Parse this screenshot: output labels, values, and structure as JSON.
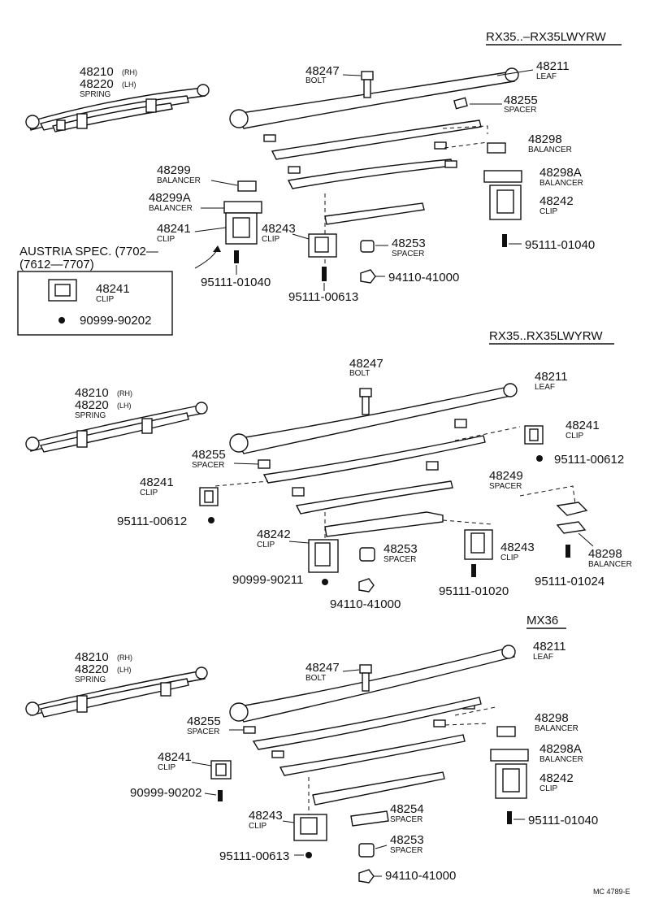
{
  "sections": [
    {
      "title": "RX35..–RX35LWYRW",
      "spring_assy": {
        "pn_rh": "48210",
        "rh": "(RH)",
        "pn_lh": "48220",
        "lh": "(LH)",
        "name": "SPRING"
      },
      "labels": {
        "bolt": {
          "pn": "48247",
          "name": "BOLT"
        },
        "leaf": {
          "pn": "48211",
          "name": "LEAF"
        },
        "spacer_top": {
          "pn": "48255",
          "name": "SPACER"
        },
        "balancer_r": {
          "pn": "48298",
          "name": "BALANCER"
        },
        "balancer_l": {
          "pn": "48299",
          "name": "BALANCER"
        },
        "balancer_ra": {
          "pn": "48298A",
          "name": "BALANCER"
        },
        "balancer_la": {
          "pn": "48299A",
          "name": "BALANCER"
        },
        "clip_r": {
          "pn": "48242",
          "name": "CLIP"
        },
        "clip_l": {
          "pn": "48241",
          "name": "CLIP"
        },
        "clip_c": {
          "pn": "48243",
          "name": "CLIP"
        },
        "spacer_c": {
          "pn": "48253",
          "name": "SPACER"
        },
        "bolt_r": {
          "pn": "95111-01040"
        },
        "bolt_l": {
          "pn": "95111-01040"
        },
        "bolt_c": {
          "pn": "95111-00613"
        },
        "nut_c": {
          "pn": "94110-41000"
        }
      },
      "austria": {
        "line1": "AUSTRIA SPEC. (7702—",
        "line2": "(7612—7707)",
        "clip_pn": "48241",
        "clip_name": "CLIP",
        "screw_pn": "90999-90202"
      }
    },
    {
      "title": "RX35..RX35LWYRW",
      "spring_assy": {
        "pn_rh": "48210",
        "rh": "(RH)",
        "pn_lh": "48220",
        "lh": "(LH)",
        "name": "SPRING"
      },
      "labels": {
        "bolt": {
          "pn": "48247",
          "name": "BOLT"
        },
        "leaf": {
          "pn": "48211",
          "name": "LEAF"
        },
        "spacer_l": {
          "pn": "48255",
          "name": "SPACER"
        },
        "clip_r": {
          "pn": "48241",
          "name": "CLIP"
        },
        "bolt_r": {
          "pn": "95111-00612"
        },
        "clip_l": {
          "pn": "48241",
          "name": "CLIP"
        },
        "bolt_l": {
          "pn": "95111-00612"
        },
        "spacer_r": {
          "pn": "48249",
          "name": "SPACER"
        },
        "clip_c": {
          "pn": "48242",
          "name": "CLIP"
        },
        "spacer_c": {
          "pn": "48253",
          "name": "SPACER"
        },
        "clip_c2": {
          "pn": "48243",
          "name": "CLIP"
        },
        "balancer": {
          "pn": "48298",
          "name": "BALANCER"
        },
        "screw_c": {
          "pn": "90999-90211"
        },
        "bolt_c2": {
          "pn": "95111-01020"
        },
        "bolt_b": {
          "pn": "95111-01024"
        },
        "nut_c": {
          "pn": "94110-41000"
        }
      }
    },
    {
      "title": "MX36",
      "spring_assy": {
        "pn_rh": "48210",
        "rh": "(RH)",
        "pn_lh": "48220",
        "lh": "(LH)",
        "name": "SPRING"
      },
      "labels": {
        "leaf": {
          "pn": "48211",
          "name": "LEAF"
        },
        "bolt": {
          "pn": "48247",
          "name": "BOLT"
        },
        "spacer_l": {
          "pn": "48255",
          "name": "SPACER"
        },
        "balancer_r": {
          "pn": "48298",
          "name": "BALANCER"
        },
        "balancer_ra": {
          "pn": "48298A",
          "name": "BALANCER"
        },
        "clip_l": {
          "pn": "48241",
          "name": "CLIP"
        },
        "clip_r": {
          "pn": "48242",
          "name": "CLIP"
        },
        "screw_l": {
          "pn": "90999-90202"
        },
        "clip_c": {
          "pn": "48243",
          "name": "CLIP"
        },
        "spacer_c": {
          "pn": "48254",
          "name": "SPACER"
        },
        "bolt_r": {
          "pn": "95111-01040"
        },
        "spacer_c2": {
          "pn": "48253",
          "name": "SPACER"
        },
        "bolt_c": {
          "pn": "95111-00613"
        },
        "nut_c": {
          "pn": "94110-41000"
        }
      }
    }
  ],
  "footer_code": "MC 4789-E"
}
